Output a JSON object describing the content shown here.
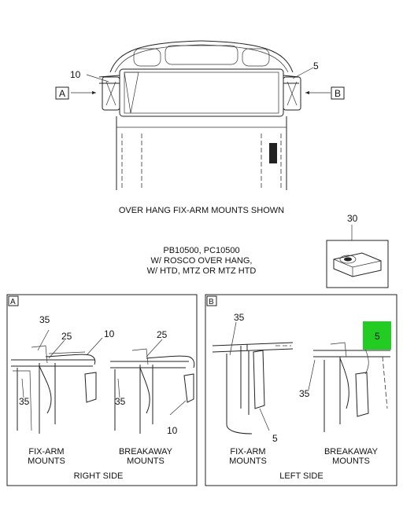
{
  "colors": {
    "line": "#222222",
    "highlight": "#22cc22",
    "background": "#ffffff"
  },
  "top_view": {
    "caption": "OVER HANG FIX-ARM MOUNTS SHOWN",
    "callout_left": "10",
    "callout_right": "5",
    "view_left": "A",
    "view_right": "B"
  },
  "models": {
    "line1": "PB10500, PC10500",
    "line2": "W/ ROSCO OVER HANG,",
    "line3": "W/ HTD, MTZ OR MTZ HTD"
  },
  "part_30": {
    "callout": "30"
  },
  "panel_a": {
    "letter": "A",
    "callouts": [
      "35",
      "25",
      "10",
      "35",
      "25",
      "35",
      "10"
    ],
    "left_caption_1": "FIX-ARM",
    "left_caption_2": "MOUNTS",
    "right_caption_1": "BREAKAWAY",
    "right_caption_2": "MOUNTS",
    "side_label": "RIGHT SIDE"
  },
  "panel_b": {
    "letter": "B",
    "callouts": [
      "35",
      "5",
      "35",
      "5"
    ],
    "left_caption_1": "FIX-ARM",
    "left_caption_2": "MOUNTS",
    "right_caption_1": "BREAKAWAY",
    "right_caption_2": "MOUNTS",
    "side_label": "LEFT SIDE"
  }
}
